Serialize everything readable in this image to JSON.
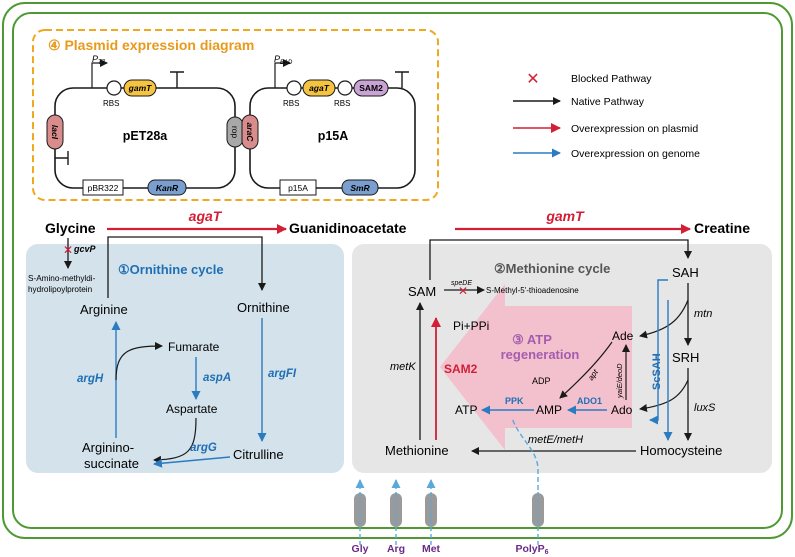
{
  "plasmid_panel": {
    "title": "④ Plasmid expression diagram",
    "pET28a": {
      "name": "pET28a",
      "promoter": "P",
      "promoter_sub": "T7",
      "rbs": "RBS",
      "gene": "gamT",
      "lacI": "lacI",
      "rop": "rop",
      "ori": "pBR322",
      "resistance": "KanR"
    },
    "p15A": {
      "name": "p15A",
      "promoter": "P",
      "promoter_sub": "BAD",
      "rbs1": "RBS",
      "gene1": "agaT",
      "rbs2": "RBS",
      "gene2": "SAM2",
      "araC": "araC",
      "ori": "p15A",
      "resistance": "SmR"
    }
  },
  "legend": {
    "blocked": "Blocked Pathway",
    "native": "Native Pathway",
    "plasmid": "Overexpression on plasmid",
    "genome": "Overexpression on genome"
  },
  "top_pathway": {
    "glycine": "Glycine",
    "agaT": "agaT",
    "guanidinoacetate": "Guanidinoacetate",
    "gamT": "gamT",
    "creatine": "Creatine",
    "gcvP": "gcvP",
    "gcvP_product_line1": "S-Amino-methyldi-",
    "gcvP_product_line2": "hydrolipoylprotein"
  },
  "ornithine_cycle": {
    "title": "①Ornithine cycle",
    "arginine": "Arginine",
    "ornithine": "Ornithine",
    "fumarate": "Fumarate",
    "aspartate": "Aspartate",
    "argininosuccinate_line1": "Arginino-",
    "argininosuccinate_line2": "succinate",
    "citrulline": "Citrulline",
    "argH": "argH",
    "aspA": "aspA",
    "argFI": "argFI",
    "argG": "argG"
  },
  "methionine_cycle": {
    "title": "②Methionine cycle",
    "sam": "SAM",
    "speDE": "speDE",
    "mta": "S-Methyl-5'-thioadenosine",
    "sah": "SAH",
    "mtn": "mtn",
    "srh": "SRH",
    "luxS": "luxS",
    "homocysteine": "Homocysteine",
    "metE": "metE/metH",
    "methionine": "Methionine",
    "metK": "metK",
    "sam2": "SAM2",
    "pippi": "Pi+PPi",
    "atp": "ATP",
    "adp": "ADP",
    "amp": "AMP",
    "ppk": "PPK",
    "ado1": "ADO1",
    "ade": "Ade",
    "ado": "Ado",
    "apt": "apt",
    "yaiE": "yaiE/deoD",
    "scSAH": "ScSAH"
  },
  "atp_regeneration": {
    "line1": "③ ATP",
    "line2": "regeneration"
  },
  "transporters": {
    "gly": "Gly",
    "arg": "Arg",
    "met": "Met",
    "polyp": "PolyP",
    "polyp_sub": "6"
  },
  "colors": {
    "cell": "#4e9a32",
    "plasmid_dash": "#f0a820",
    "plasmid_title": "#e89a1c",
    "native": "#1a1a1a",
    "plasmid_arrow": "#d21f35",
    "genome_arrow": "#2a7bc0",
    "enzyme_blue": "#1f6fb5",
    "ornithine_bg": "#d4e2eb",
    "methionine_bg": "#e6e6e6",
    "atp_regen": "#f4b8c9",
    "atp_text": "#a45dae",
    "transport_label": "#6a2a86"
  }
}
